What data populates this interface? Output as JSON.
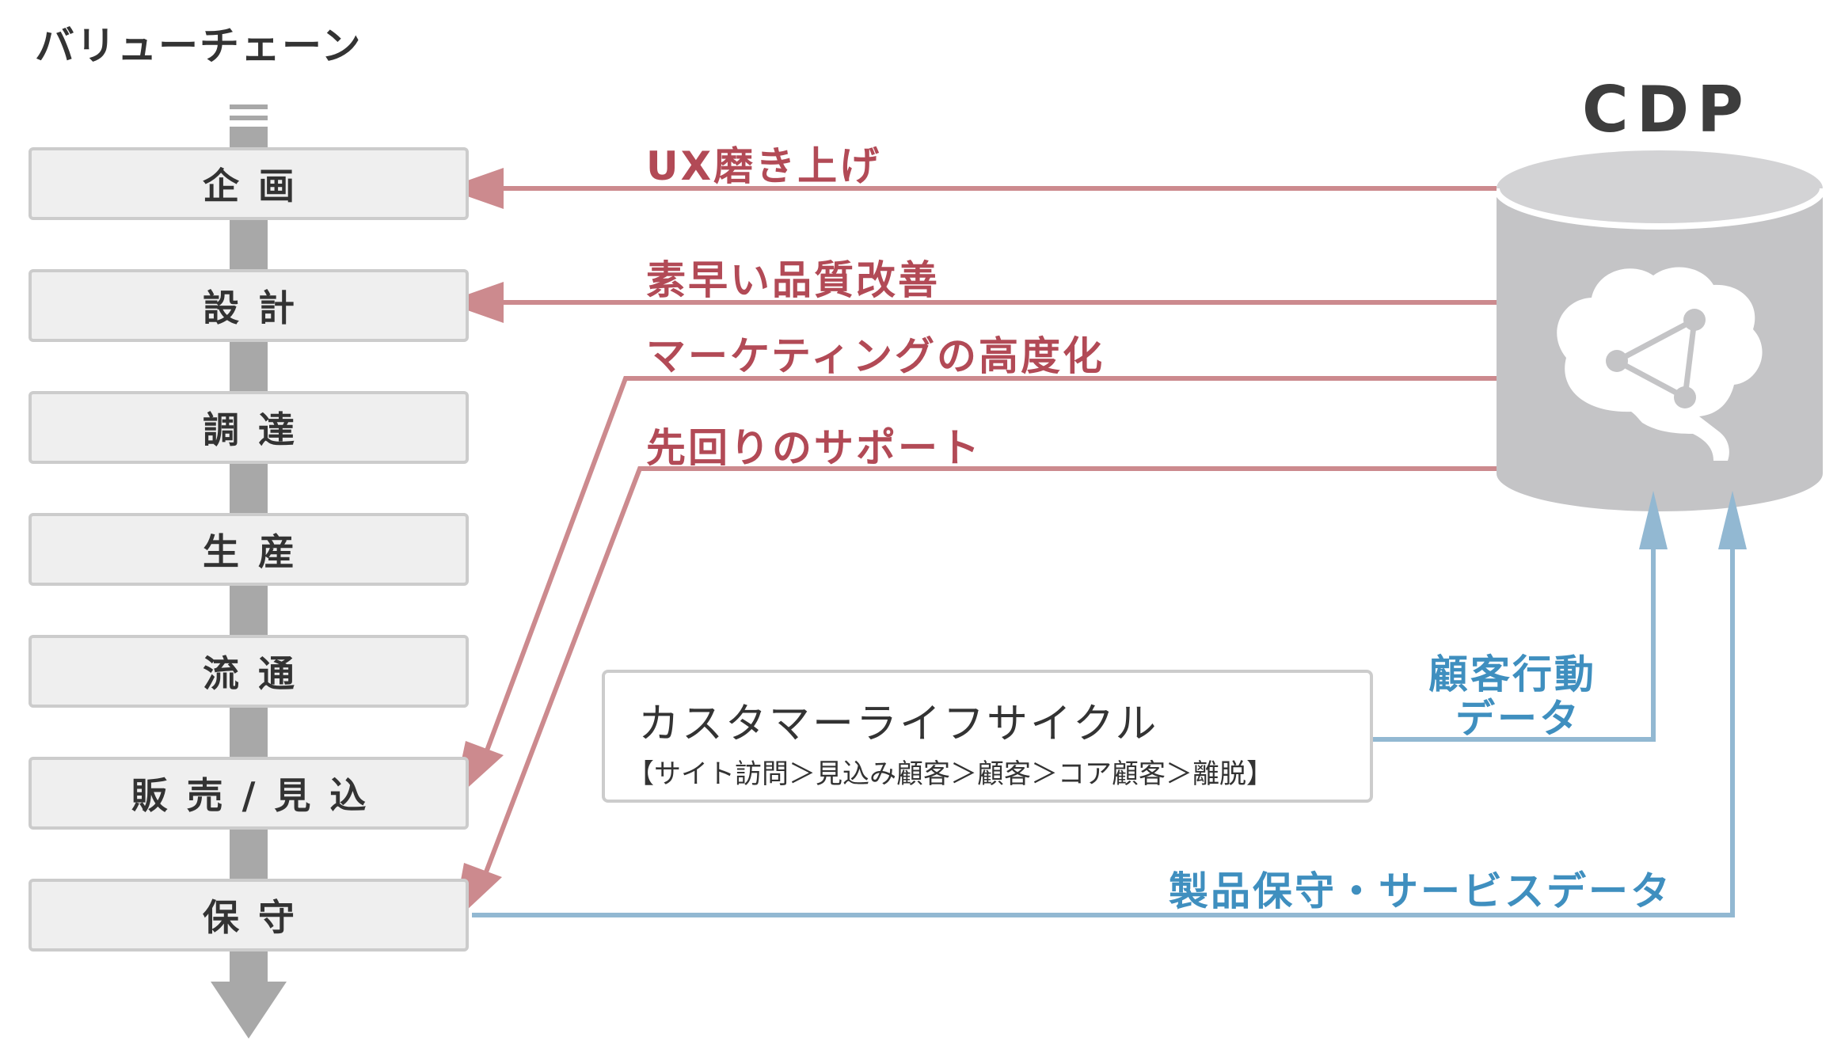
{
  "diagram": {
    "value_chain_title": "バリューチェーン",
    "cdp_title": "CDP",
    "stages": [
      {
        "label": "企画"
      },
      {
        "label": "設計"
      },
      {
        "label": "調達"
      },
      {
        "label": "生産"
      },
      {
        "label": "流通"
      },
      {
        "label": "販売/見込"
      },
      {
        "label": "保守"
      }
    ],
    "feedback_flows": [
      {
        "label": "UX磨き上げ",
        "target": "企画"
      },
      {
        "label": "素早い品質改善",
        "target": "設計"
      },
      {
        "label": "マーケティングの高度化",
        "target": "販売/見込"
      },
      {
        "label": "先回りのサポート",
        "target": "保守"
      }
    ],
    "lifecycle": {
      "title": "カスタマーライフサイクル",
      "stages_text": "【サイト訪問＞見込み顧客＞顧客＞コア顧客＞離脱】"
    },
    "data_flows": [
      {
        "label_line1": "顧客行動",
        "label_line2": "データ"
      },
      {
        "label": "製品保守・サービスデータ"
      }
    ],
    "colors": {
      "feedback": "#cc8a8e",
      "feedback_text": "#b24a56",
      "data": "#92b8d2",
      "data_text": "#3f8fbf",
      "chain_arrow": "#a8a8a8",
      "cylinder": "#c4c4c6"
    },
    "icons": [
      "brain-network-icon"
    ]
  }
}
